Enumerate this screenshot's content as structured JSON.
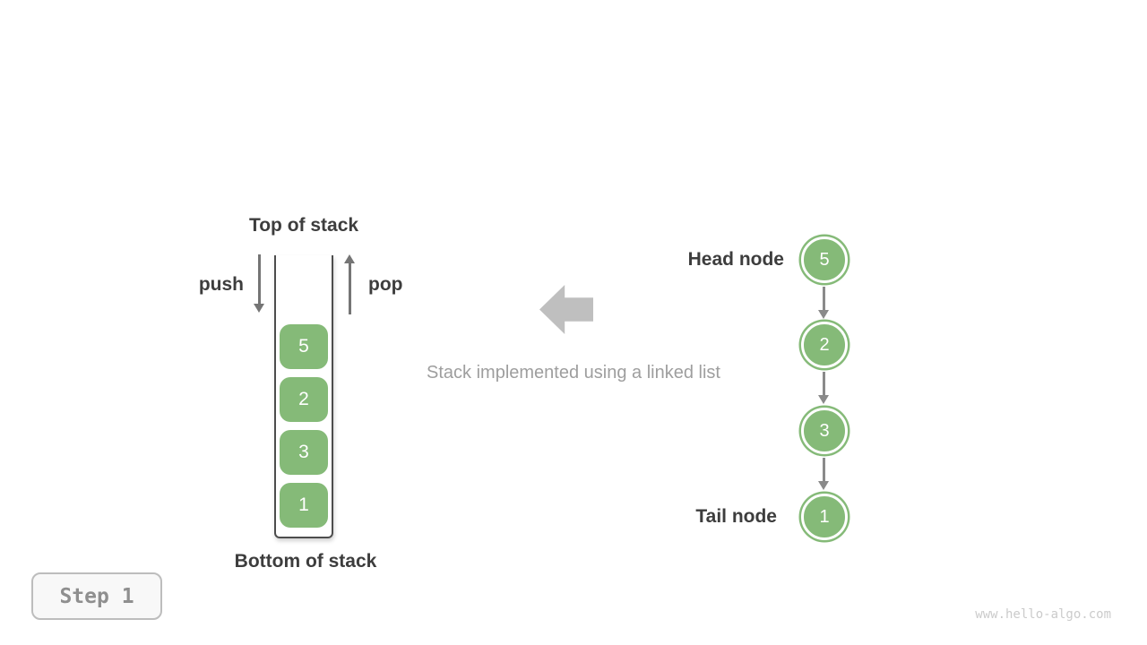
{
  "stack": {
    "top_label": "Top of stack",
    "bottom_label": "Bottom of stack",
    "push_label": "push",
    "pop_label": "pop",
    "items": [
      "5",
      "2",
      "3",
      "1"
    ]
  },
  "center": {
    "caption": "Stack implemented using a linked list",
    "block_arrow_direction": "left"
  },
  "linked_list": {
    "head_label": "Head node",
    "tail_label": "Tail node",
    "nodes": [
      "5",
      "2",
      "3",
      "1"
    ]
  },
  "footer": {
    "step_label": "Step 1",
    "watermark": "www.hello-algo.com"
  },
  "colors": {
    "node_green": "#85ba78",
    "dark_text": "#3d3d3d",
    "gray_caption": "#9e9e9e",
    "arrow_gray": "#757575",
    "connector_gray": "#8a8a8a",
    "block_arrow_gray": "#bfbfbf",
    "badge_border": "#bdbdbd",
    "badge_bg": "#f8f8f8",
    "badge_text": "#8f8f8f",
    "watermark_gray": "#cbcbcb"
  }
}
